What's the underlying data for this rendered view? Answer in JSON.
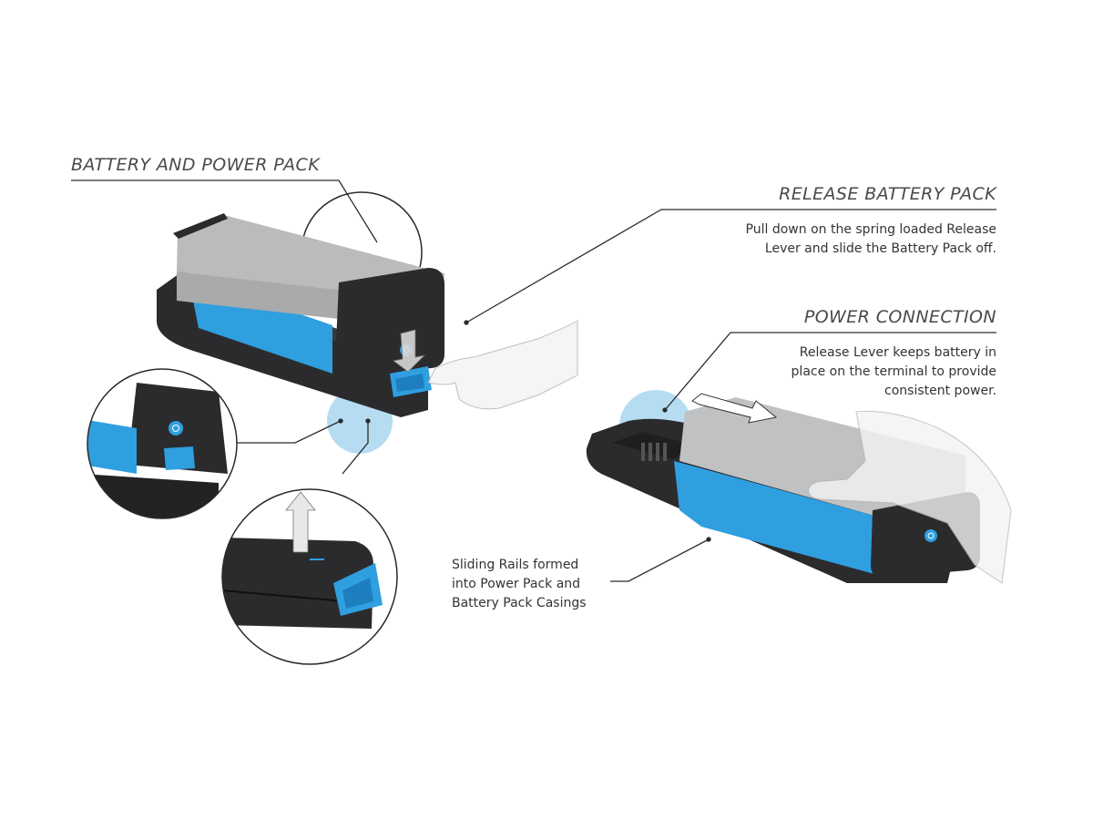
{
  "labels": {
    "battery_power_pack": "BATTERY AND POWER PACK",
    "release_battery_pack": "RELEASE BATTERY PACK",
    "power_connection": "POWER CONNECTION"
  },
  "descriptions": {
    "release": [
      "Pull down on the spring loaded Release",
      "Lever and slide the Battery Pack off."
    ],
    "power": [
      "Release Lever keeps battery in",
      "place on the terminal to provide",
      "consistent power."
    ],
    "rails": [
      "Sliding Rails formed",
      "into Power Pack and",
      "Battery Pack Casings"
    ]
  },
  "colors": {
    "casing_black": "#2b2b2d",
    "battery_grey": "#b9bbbd",
    "accent_blue": "#2f9fe0",
    "highlight_blue": "#a9d6f0",
    "leader_line": "#2a2a2a"
  },
  "icons": {
    "power_button": "power-button-icon",
    "slide_arrow": "double-arrow-icon",
    "hand": "hand-illustration"
  }
}
